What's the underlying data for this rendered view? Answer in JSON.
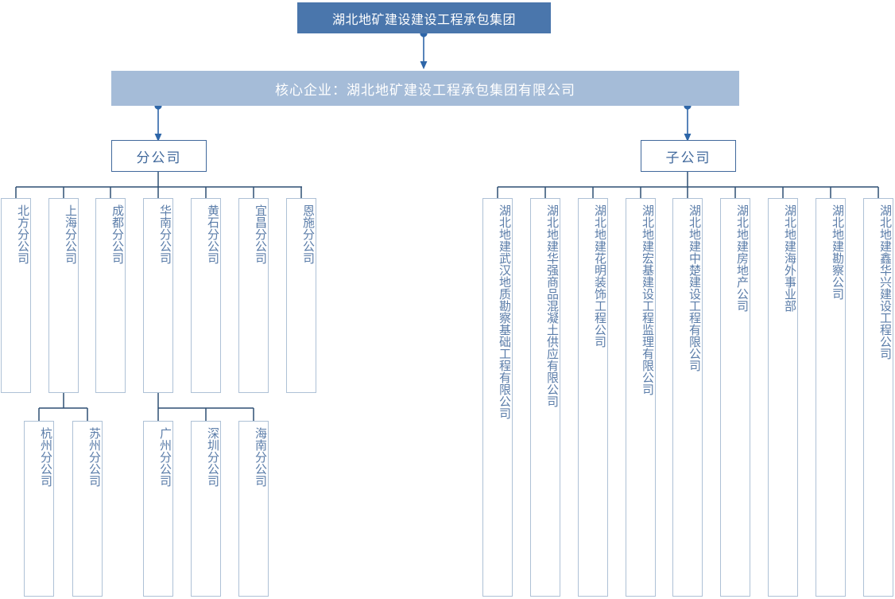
{
  "diagram": {
    "title": "湖北地矿建设建设工程承包集团",
    "type": "organizational-chart",
    "colors": {
      "root_fill": "#4a76ac",
      "core_fill": "#a5bcd8",
      "group_border": "#41699c",
      "group_text": "#41699c",
      "leaf_border": "#aec1d6",
      "leaf_text": "#5b7da9",
      "connector": "#2e4f73",
      "background": "#ffffff"
    }
  },
  "root": {
    "label": "湖北地矿建设建设工程承包集团"
  },
  "core": {
    "label": "核心企业：湖北地矿建设工程承包集团有限公司"
  },
  "groups": {
    "branch": {
      "label": "分公司"
    },
    "subsidiary": {
      "label": "子公司"
    }
  },
  "branch_children": [
    {
      "label": "北方分公司"
    },
    {
      "label": "上海分公司"
    },
    {
      "label": "成都分公司"
    },
    {
      "label": "华南分公司"
    },
    {
      "label": "黄石分公司"
    },
    {
      "label": "宜昌分公司"
    },
    {
      "label": "恩施分公司"
    }
  ],
  "shanghai_children": [
    {
      "label": "杭州分公司"
    },
    {
      "label": "苏州分公司"
    }
  ],
  "huanan_children": [
    {
      "label": "广州分公司"
    },
    {
      "label": "深圳分公司"
    },
    {
      "label": "海南分公司"
    }
  ],
  "subsidiary_children": [
    {
      "label": "湖北地建武汉地质勘察基础工程有限公司"
    },
    {
      "label": "湖北地建华强商品混凝土供应有限公司"
    },
    {
      "label": "湖北地建花明装饰工程公司"
    },
    {
      "label": "湖北地建宏基建设工程监理有限公司"
    },
    {
      "label": "湖北地建中楚建设工程有限公司"
    },
    {
      "label": "湖北地建房地产公司"
    },
    {
      "label": "湖北地建海外事业部"
    },
    {
      "label": "湖北地建勘察公司"
    },
    {
      "label": "湖北地建鑫华兴建设工程公司"
    }
  ]
}
